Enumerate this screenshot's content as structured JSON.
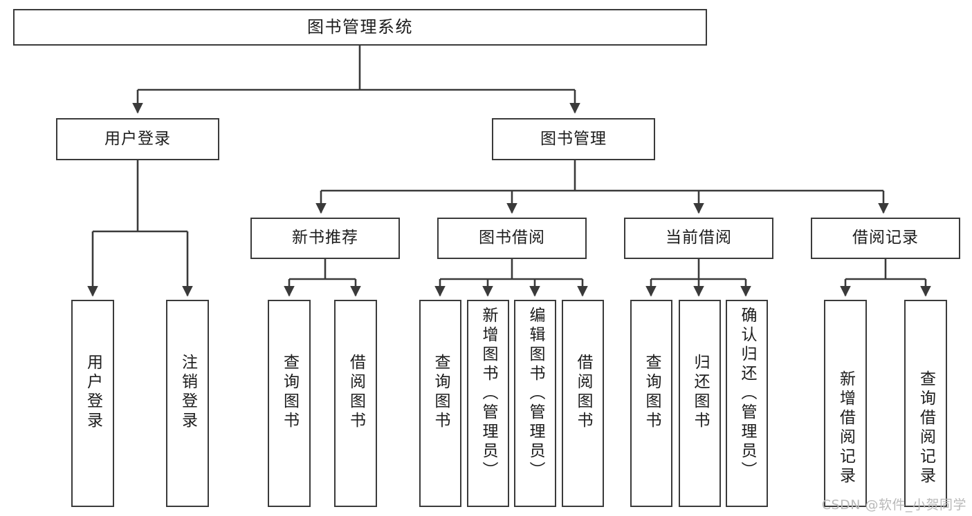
{
  "diagram": {
    "title": "图书管理系统",
    "watermark": "CSDN @软件_小贺同学",
    "colors": {
      "box_border": "#3a3a3a",
      "box_fill": "#ffffff",
      "edge": "#3a3a3a",
      "text": "#1c1c1c",
      "watermark": "#b9b9b9",
      "background": "#ffffff"
    },
    "nodes": {
      "root": "图书管理系统",
      "level2": [
        "用户登录",
        "图书管理"
      ],
      "level3": [
        "新书推荐",
        "图书借阅",
        "当前借阅",
        "借阅记录"
      ],
      "leaves": {
        "user_login": [
          "用户登录",
          "注销登录"
        ],
        "new_book_recommend": [
          "查询图书",
          "借阅图书"
        ],
        "book_borrow": [
          "查询图书",
          "新增图书（管理员）",
          "编辑图书（管理员）",
          "借阅图书"
        ],
        "current_borrow": [
          "查询图书",
          "归还图书",
          "确认归还（管理员）"
        ],
        "borrow_record": [
          "新增借阅记录",
          "查询借阅记录"
        ]
      }
    }
  }
}
